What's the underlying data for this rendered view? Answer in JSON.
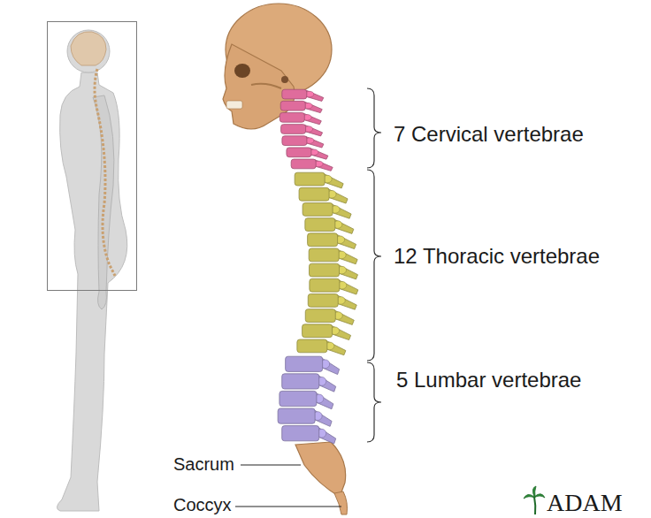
{
  "diagram": {
    "labels": [
      "7 Cervical vertebrae",
      "12 Thoracic vertebrae",
      "5 Lumbar vertebrae",
      "Sacrum",
      "Coccyx",
      "ADAM"
    ]
  }
}
